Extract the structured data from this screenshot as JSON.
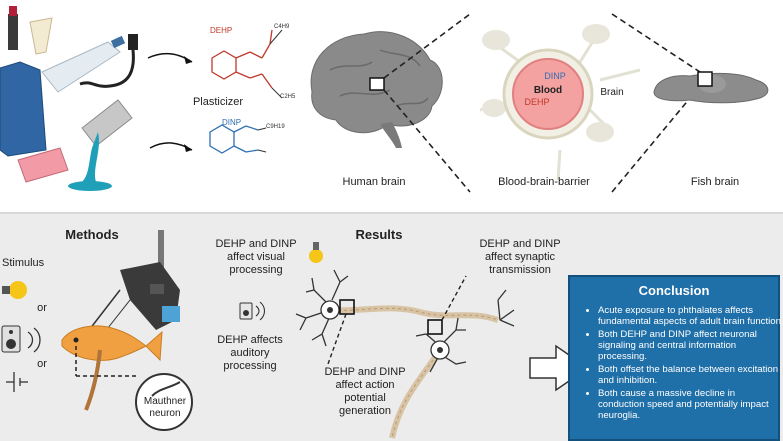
{
  "top": {
    "plasticizer_label": "Plasticizer",
    "dehp_label": "DEHP",
    "dinp_label": "DINP",
    "chem_subscript_a": "C4H9",
    "chem_subscript_b": "C2H5",
    "chem_subscript_c": "C9H19",
    "human_brain_label": "Human brain",
    "bbb_label": "Blood-brain-barrier",
    "fish_brain_label": "Fish brain",
    "blood_label": "Blood",
    "brain_label": "Brain",
    "vessel_dinp": "DINP",
    "vessel_dehp": "DEHP"
  },
  "methods": {
    "title": "Methods",
    "stimulus_label": "Stimulus",
    "or_1": "or",
    "or_2": "or",
    "mauthner_label": "Mauthner neuron"
  },
  "results": {
    "title": "Results",
    "visual": "DEHP and DINP affect visual processing",
    "auditory": "DEHP affects auditory processing",
    "synaptic": "DEHP and DINP affect synaptic transmission",
    "action_potential": "DEHP and DINP affect action potential generation"
  },
  "conclusion": {
    "title": "Conclusion",
    "items": [
      "Acute exposure to phthalates affects fundamental aspects of adult brain function.",
      "Both DEHP and DINP affect neuronal signaling and central information processing.",
      "Both offset the balance between excitation and inhibition.",
      "Both cause a massive decline in conduction speed and potentially impact neuroglia."
    ]
  },
  "colors": {
    "dehp_red": "#c0392b",
    "dinp_blue": "#2e6fb0",
    "conclusion_bg": "#1f6fa8",
    "panel_bg": "#ececec",
    "fish_orange": "#f0a040",
    "bulb_yellow": "#f5c518"
  },
  "icons": [
    "lipstick-icon",
    "cup-icon",
    "bottle-icon",
    "cable-icon",
    "jug-icon",
    "paint-can-icon",
    "eraser-icon",
    "lightbulb-icon",
    "speaker-icon",
    "battery-icon",
    "fish-icon",
    "electrode-rig-icon",
    "neuron-icon",
    "arrow-icon"
  ]
}
